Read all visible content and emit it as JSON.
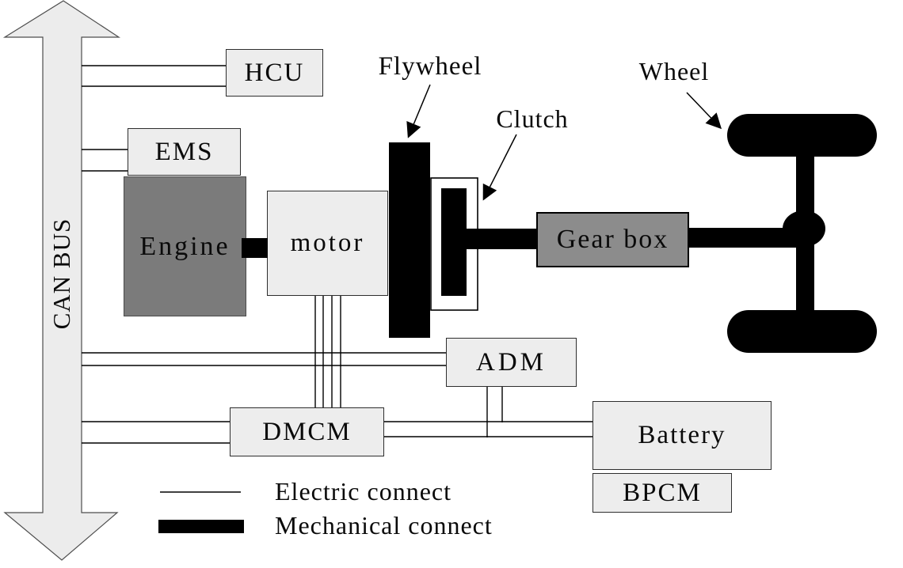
{
  "bus": {
    "label": "CAN BUS"
  },
  "boxes": {
    "hcu": {
      "label": "HCU"
    },
    "ems": {
      "label": "EMS"
    },
    "engine": {
      "label": "Engine"
    },
    "motor": {
      "label": "motor"
    },
    "gearbox": {
      "label": "Gear box"
    },
    "adm": {
      "label": "ADM"
    },
    "dmcm": {
      "label": "DMCM"
    },
    "battery": {
      "label": "Battery"
    },
    "bpcm": {
      "label": "BPCM"
    }
  },
  "annotations": {
    "flywheel": {
      "label": "Flywheel"
    },
    "clutch": {
      "label": "Clutch"
    },
    "wheel": {
      "label": "Wheel"
    }
  },
  "legend": {
    "electric": {
      "label": "Electric connect"
    },
    "mechanical": {
      "label": "Mechanical connect"
    }
  },
  "colors": {
    "module_fill": "#ededed",
    "engine_fill": "#7b7b7b",
    "gearbox_fill": "#8c8c8c",
    "bus_fill": "#ececec",
    "mechanical_connect": "#000000",
    "line": "#000000"
  }
}
